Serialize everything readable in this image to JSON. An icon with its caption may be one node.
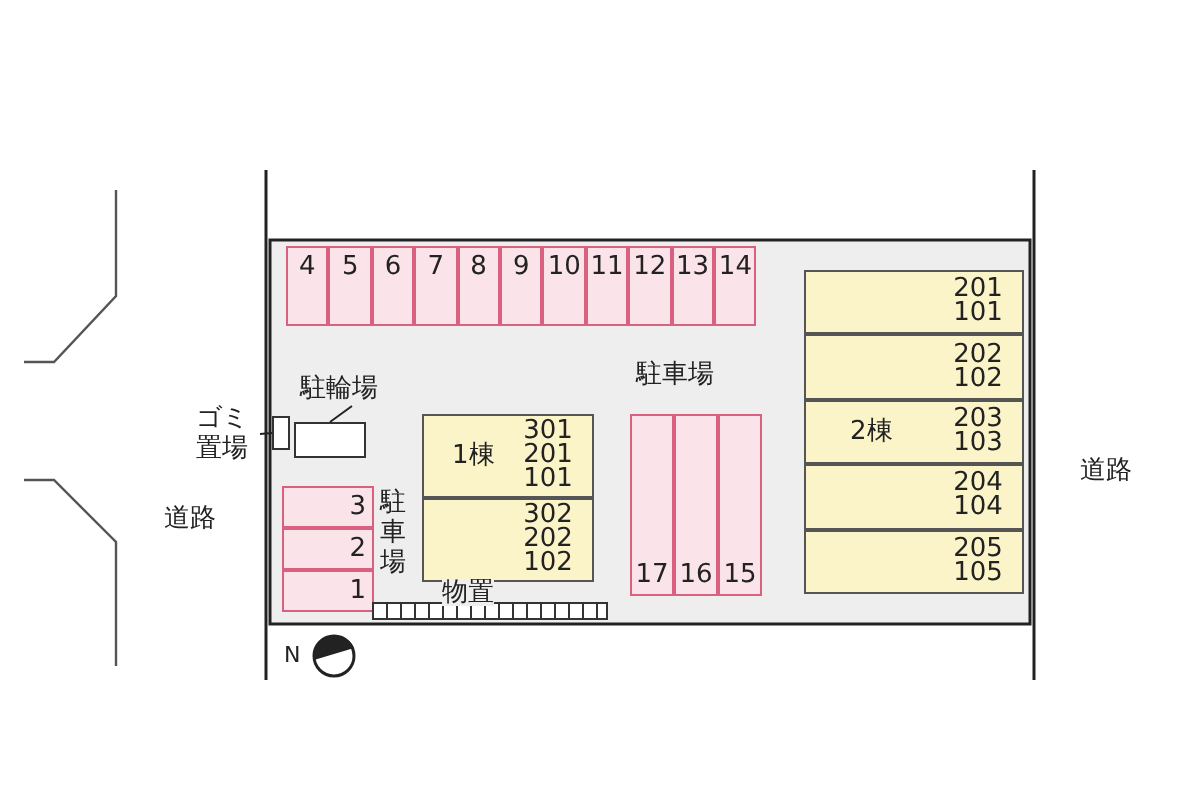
{
  "diagram": {
    "nodes": [
      {
        "text": [
          "4"
        ]
      },
      {
        "text": [
          "5"
        ]
      },
      {
        "text": [
          "6"
        ]
      },
      {
        "text": [
          "7"
        ]
      },
      {
        "text": [
          "8"
        ]
      },
      {
        "text": [
          "9"
        ]
      },
      {
        "text": [
          "10"
        ]
      },
      {
        "text": [
          "11"
        ]
      },
      {
        "text": [
          "12"
        ]
      },
      {
        "text": [
          "13"
        ]
      },
      {
        "text": [
          "14"
        ]
      },
      {
        "text": [
          "3"
        ]
      },
      {
        "text": [
          "2"
        ]
      },
      {
        "text": [
          "1"
        ]
      },
      {
        "text": [
          "17"
        ]
      },
      {
        "text": [
          "16"
        ]
      },
      {
        "text": [
          "15"
        ]
      },
      {
        "text": [
          "1棟",
          "301 201 101"
        ]
      },
      {
        "text": [
          "302 202 102"
        ]
      },
      {
        "text": [
          "201 101"
        ]
      },
      {
        "text": [
          "202 102"
        ]
      },
      {
        "text": [
          "2棟",
          "203 103"
        ]
      },
      {
        "text": [
          "204 104"
        ]
      },
      {
        "text": [
          "205 105"
        ]
      },
      {
        "text": [
          "駐輪場"
        ]
      },
      {
        "text": [
          "ゴミ置場"
        ]
      },
      {
        "text": [],
        "shape": "box"
      },
      {
        "text": [],
        "shape": "box"
      },
      {
        "text": [
          "物置"
        ]
      }
    ],
    "edges": [
      {
        "from": 24,
        "to": 27,
        "arrow": "none"
      },
      {
        "from": 25,
        "to": 26,
        "arrow": "none"
      }
    ],
    "labels": [
      "駐車場",
      "駐車場",
      "道路",
      "道路",
      "N"
    ]
  }
}
